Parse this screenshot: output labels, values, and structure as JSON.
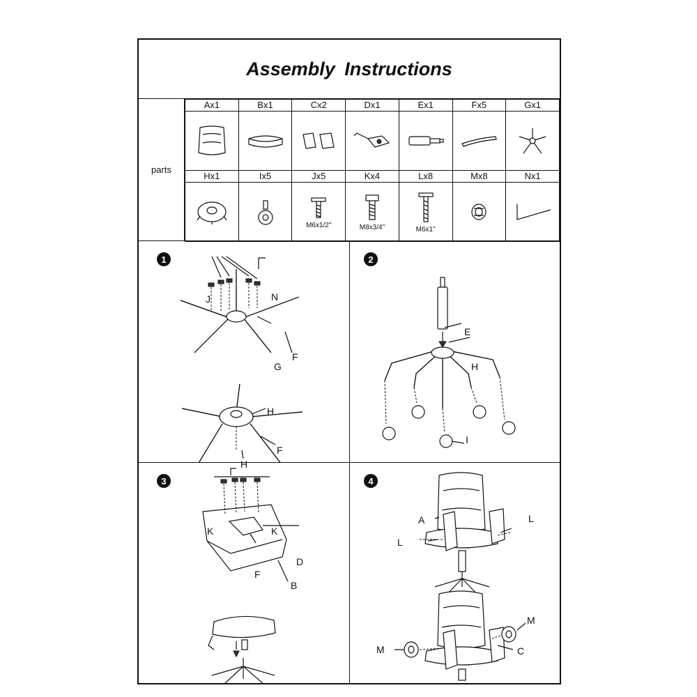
{
  "title": "Assembly  Instructions",
  "parts_label": "parts",
  "parts_row1": [
    {
      "label": "Ax1",
      "icon": "seat-back-icon"
    },
    {
      "label": "Bx1",
      "icon": "seat-cushion-icon"
    },
    {
      "label": "Cx2",
      "icon": "armrest-icon"
    },
    {
      "label": "Dx1",
      "icon": "mechanism-icon"
    },
    {
      "label": "Ex1",
      "icon": "gas-lift-icon"
    },
    {
      "label": "Fx5",
      "icon": "base-leg-icon"
    },
    {
      "label": "Gx1",
      "icon": "star-base-icon"
    }
  ],
  "parts_row2": [
    {
      "label": "Hx1",
      "icon": "hub-icon",
      "spec": ""
    },
    {
      "label": "Ix5",
      "icon": "caster-icon",
      "spec": ""
    },
    {
      "label": "Jx5",
      "icon": "screw-icon",
      "spec": "M6x1/2\""
    },
    {
      "label": "Kx4",
      "icon": "bolt-icon",
      "spec": "M8x3/4\""
    },
    {
      "label": "Lx8",
      "icon": "long-screw-icon",
      "spec": "M6x1\""
    },
    {
      "label": "Mx8",
      "icon": "cap-icon",
      "spec": ""
    },
    {
      "label": "Nx1",
      "icon": "allen-key-icon",
      "spec": ""
    }
  ],
  "steps": [
    {
      "num": "1",
      "callouts": {
        "j": "J",
        "n": "N",
        "f1": "F",
        "g": "G",
        "h1": "H",
        "f2": "F",
        "h2": "H"
      }
    },
    {
      "num": "2",
      "callouts": {
        "e": "E",
        "h": "H",
        "i": "I"
      }
    },
    {
      "num": "3",
      "callouts": {
        "k1": "K",
        "k2": "K",
        "d": "D",
        "f": "F",
        "b": "B"
      }
    },
    {
      "num": "4",
      "callouts": {
        "a": "A",
        "l1": "L",
        "l2": "L",
        "m1": "M",
        "m2": "M",
        "c": "C"
      }
    }
  ]
}
